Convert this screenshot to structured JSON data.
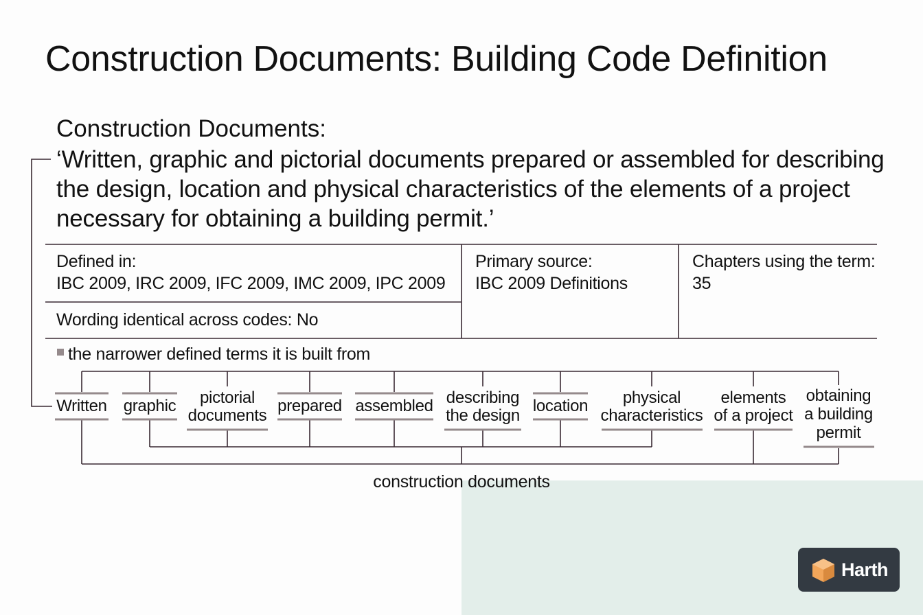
{
  "title": "Construction Documents: Building Code Definition",
  "definition": {
    "term": "Construction Documents:",
    "text": "‘Written, graphic and pictorial documents prepared or assembled for describing the design, location and physical characteristics of the elements of a project necessary for obtaining a building permit.’"
  },
  "info": {
    "defined_in_label": "Defined in:",
    "defined_in_value": "IBC 2009, IRC 2009, IFC 2009, IMC 2009, IPC 2009",
    "wording": "Wording identical across codes: No",
    "primary_source_label": "Primary source:",
    "primary_source_value": "IBC 2009 Definitions",
    "chapters_label": "Chapters using the term:",
    "chapters_value": "35"
  },
  "legend": "the narrower defined terms it is built from",
  "terms": [
    "Written",
    "graphic",
    "pictorial\ndocuments",
    "prepared",
    "assembled",
    "describing\nthe design",
    "location",
    "physical\ncharacteristics",
    "elements\nof a project",
    "obtaining\na building\npermit"
  ],
  "root": "construction documents",
  "brand": {
    "name": "Harth",
    "accent": "#f2a65a",
    "badge_bg": "#333a42",
    "line_color": "#3a2a33",
    "underline_color": "#958a8c",
    "panel_bg": "#e3eeea"
  }
}
